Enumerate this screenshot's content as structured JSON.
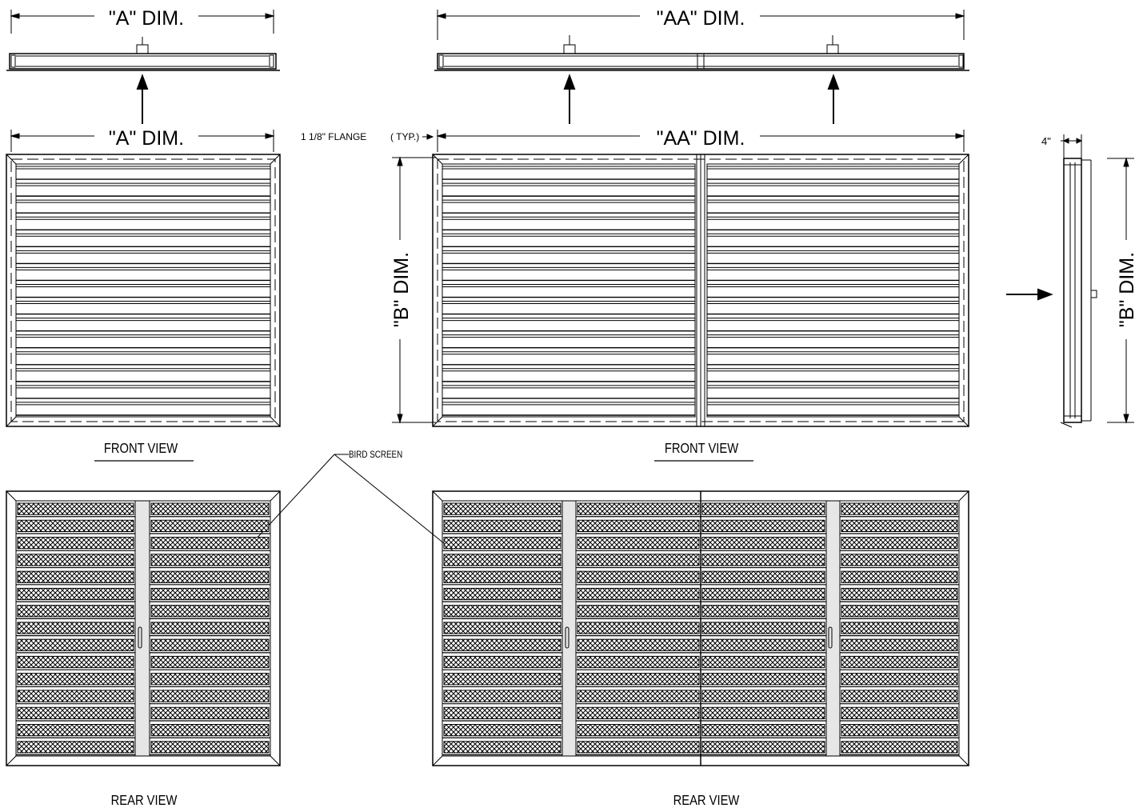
{
  "labels": {
    "a_dim": "\"A\"  DIM.",
    "aa_dim": "\"AA\" DIM.",
    "b_dim": "\"B\" DIM.",
    "four_inch": "4\"",
    "flange": "1 1/8\" FLANGE",
    "typ": "( TYP.)",
    "bird_screen": "BIRD SCREEN",
    "front_view": "FRONT VIEW",
    "rear_view": "REAR VIEW"
  },
  "colors": {
    "line": "#000000",
    "mullion": "#e6e6e6",
    "mesh": "#000000"
  }
}
